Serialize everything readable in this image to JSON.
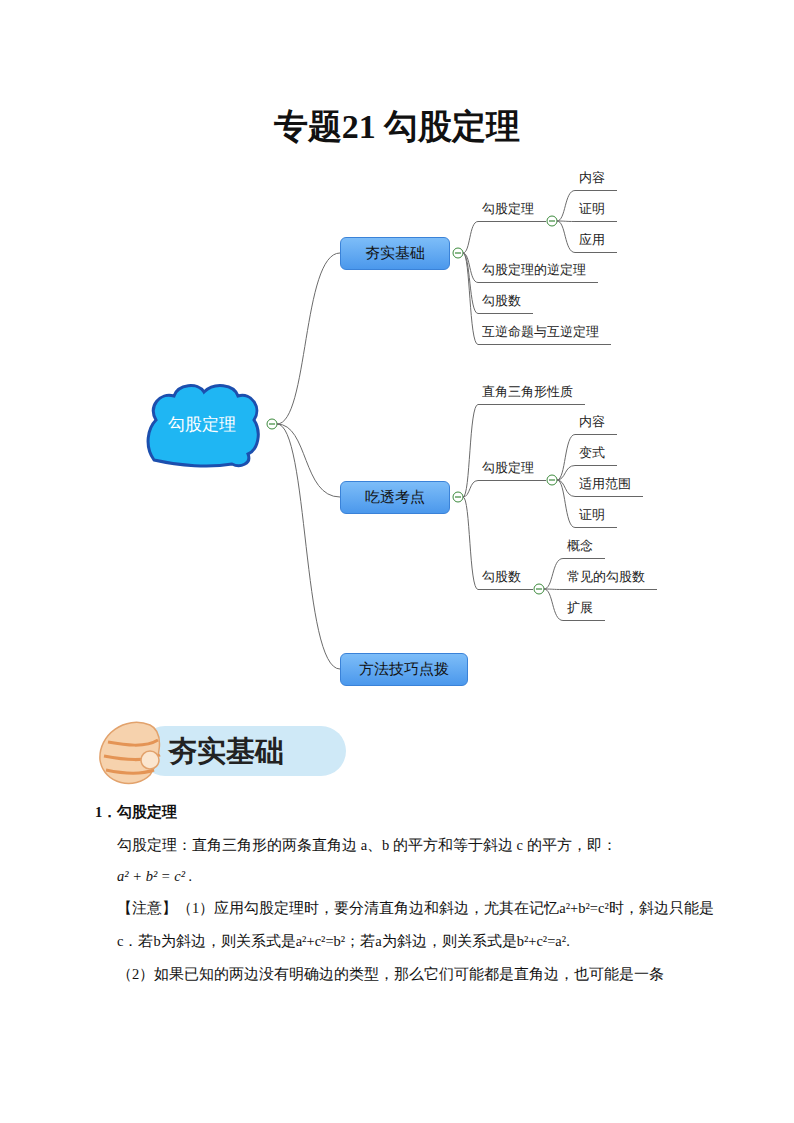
{
  "diagram": {
    "title": "专题21  勾股定理",
    "nodes": [
      {
        "text": [
          "勾股定理"
        ]
      },
      {
        "text": [
          "夯实基础"
        ]
      },
      {
        "text": [
          "勾股定理"
        ]
      },
      {
        "text": [
          "内容"
        ]
      },
      {
        "text": [
          "证明"
        ]
      },
      {
        "text": [
          "应用"
        ]
      },
      {
        "text": [
          "勾股定理的逆定理"
        ]
      },
      {
        "text": [
          "勾股数"
        ]
      },
      {
        "text": [
          "互逆命题与互逆定理"
        ]
      },
      {
        "text": [
          "吃透考点"
        ]
      },
      {
        "text": [
          "直角三角形性质"
        ]
      },
      {
        "text": [
          "勾股定理"
        ]
      },
      {
        "text": [
          "内容"
        ]
      },
      {
        "text": [
          "变式"
        ]
      },
      {
        "text": [
          "适用范围"
        ]
      },
      {
        "text": [
          "证明"
        ]
      },
      {
        "text": [
          "勾股数"
        ]
      },
      {
        "text": [
          "概念"
        ]
      },
      {
        "text": [
          "常见的勾股数"
        ]
      },
      {
        "text": [
          "扩展"
        ]
      },
      {
        "text": [
          "方法技巧点拨"
        ]
      }
    ],
    "edges": [
      {
        "from": 0,
        "to": 1,
        "arrow": "none"
      },
      {
        "from": 0,
        "to": 9,
        "arrow": "none"
      },
      {
        "from": 0,
        "to": 20,
        "arrow": "none"
      },
      {
        "from": 1,
        "to": 2,
        "arrow": "none"
      },
      {
        "from": 1,
        "to": 6,
        "arrow": "none"
      },
      {
        "from": 1,
        "to": 7,
        "arrow": "none"
      },
      {
        "from": 1,
        "to": 8,
        "arrow": "none"
      },
      {
        "from": 2,
        "to": 3,
        "arrow": "none"
      },
      {
        "from": 2,
        "to": 4,
        "arrow": "none"
      },
      {
        "from": 2,
        "to": 5,
        "arrow": "none"
      },
      {
        "from": 9,
        "to": 10,
        "arrow": "none"
      },
      {
        "from": 9,
        "to": 11,
        "arrow": "none"
      },
      {
        "from": 9,
        "to": 16,
        "arrow": "none"
      },
      {
        "from": 11,
        "to": 12,
        "arrow": "none"
      },
      {
        "from": 11,
        "to": 13,
        "arrow": "none"
      },
      {
        "from": 11,
        "to": 14,
        "arrow": "none"
      },
      {
        "from": 11,
        "to": 15,
        "arrow": "none"
      },
      {
        "from": 16,
        "to": 17,
        "arrow": "none"
      },
      {
        "from": 16,
        "to": 18,
        "arrow": "none"
      },
      {
        "from": 16,
        "to": 19,
        "arrow": "none"
      }
    ],
    "labels": [
      "夯实基础",
      "1．勾股定理",
      "勾股定理：直角三角形的两条直角边 a、b 的平方和等于斜边 c 的平方，即：",
      "a² + b² = c² .",
      "【注意】（1）应用勾股定理时，要分清直角边和斜边，尤其在记忆a²+b²=c²时，斜边只能是c．若b为斜边，则关系式是a²+c²=b²；若a为斜边，则关系式是b²+c²=a².",
      "（2）如果已知的两边没有明确边的类型，那么它们可能都是直角边，也可能是一条"
    ]
  }
}
